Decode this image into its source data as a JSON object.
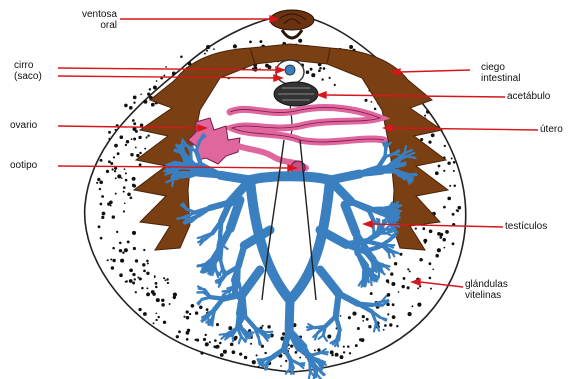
{
  "colors": {
    "leader": "#d6161c",
    "cecum": "#7a3f12",
    "testes": "#3a7fc0",
    "ovary": "#e0669e",
    "vitelline": "#111111",
    "acetabulum": "#222222",
    "outline": "#222222"
  },
  "labels": {
    "ventosa_oral": [
      "ventosa",
      "oral"
    ],
    "cirro": [
      "cirro",
      "(saco)"
    ],
    "ovario": "ovario",
    "ootipo": "ootipo",
    "ciego_intestinal": [
      "ciego",
      "intestinal"
    ],
    "acetabulo": "acetábulo",
    "utero": "útero",
    "testiculos": "testículos",
    "glandulas_vitelinas": [
      "glándulas",
      "vitelinas"
    ]
  }
}
